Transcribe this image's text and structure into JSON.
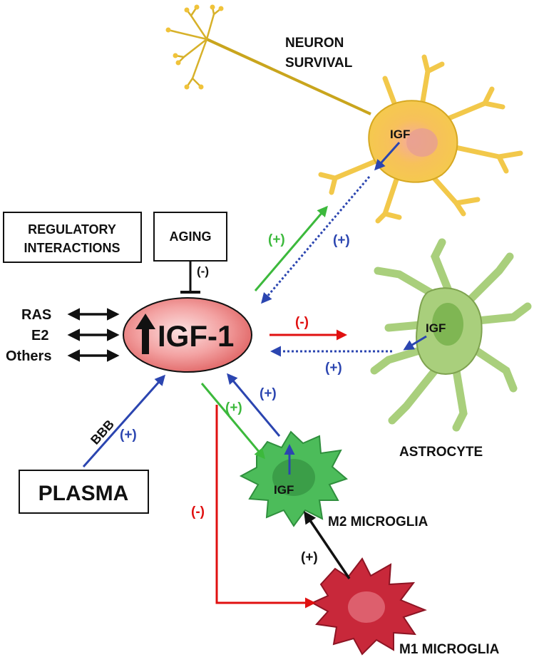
{
  "labels": {
    "neuron_survival_line1": "NEURON",
    "neuron_survival_line2": "SURVIVAL",
    "regulatory_line1": "REGULATORY",
    "regulatory_line2": "INTERACTIONS",
    "aging": "AGING",
    "aging_effect": "(-)",
    "ras": "RAS",
    "e2": "E2",
    "others": "Others",
    "igf1": "IGF-1",
    "plasma": "PLASMA",
    "bbb": "BBB",
    "plasma_effect": "(+)",
    "astrocyte": "ASTROCYTE",
    "m2_microglia": "M2 MICROGLIA",
    "m1_microglia": "M1 MICROGLIA",
    "neuron_igf": "IGF",
    "astrocyte_igf": "IGF",
    "microglia_igf": "IGF",
    "to_neuron_effect": "(+)",
    "from_neuron_effect": "(+)",
    "to_astrocyte_effect": "(-)",
    "from_astrocyte_effect": "(+)",
    "to_m2_effect": "(+)",
    "from_m2_effect": "(+)",
    "to_m1_effect": "(-)",
    "m1_to_m2_effect": "(+)"
  },
  "colors": {
    "green": "#3cb93c",
    "blue": "#2b45b0",
    "red": "#e01010",
    "black": "#111111",
    "neuron": "#f4cc4a",
    "astrocyte": "#a9cf7c",
    "m2": "#4cbc5a",
    "m1": "#c8283a"
  }
}
